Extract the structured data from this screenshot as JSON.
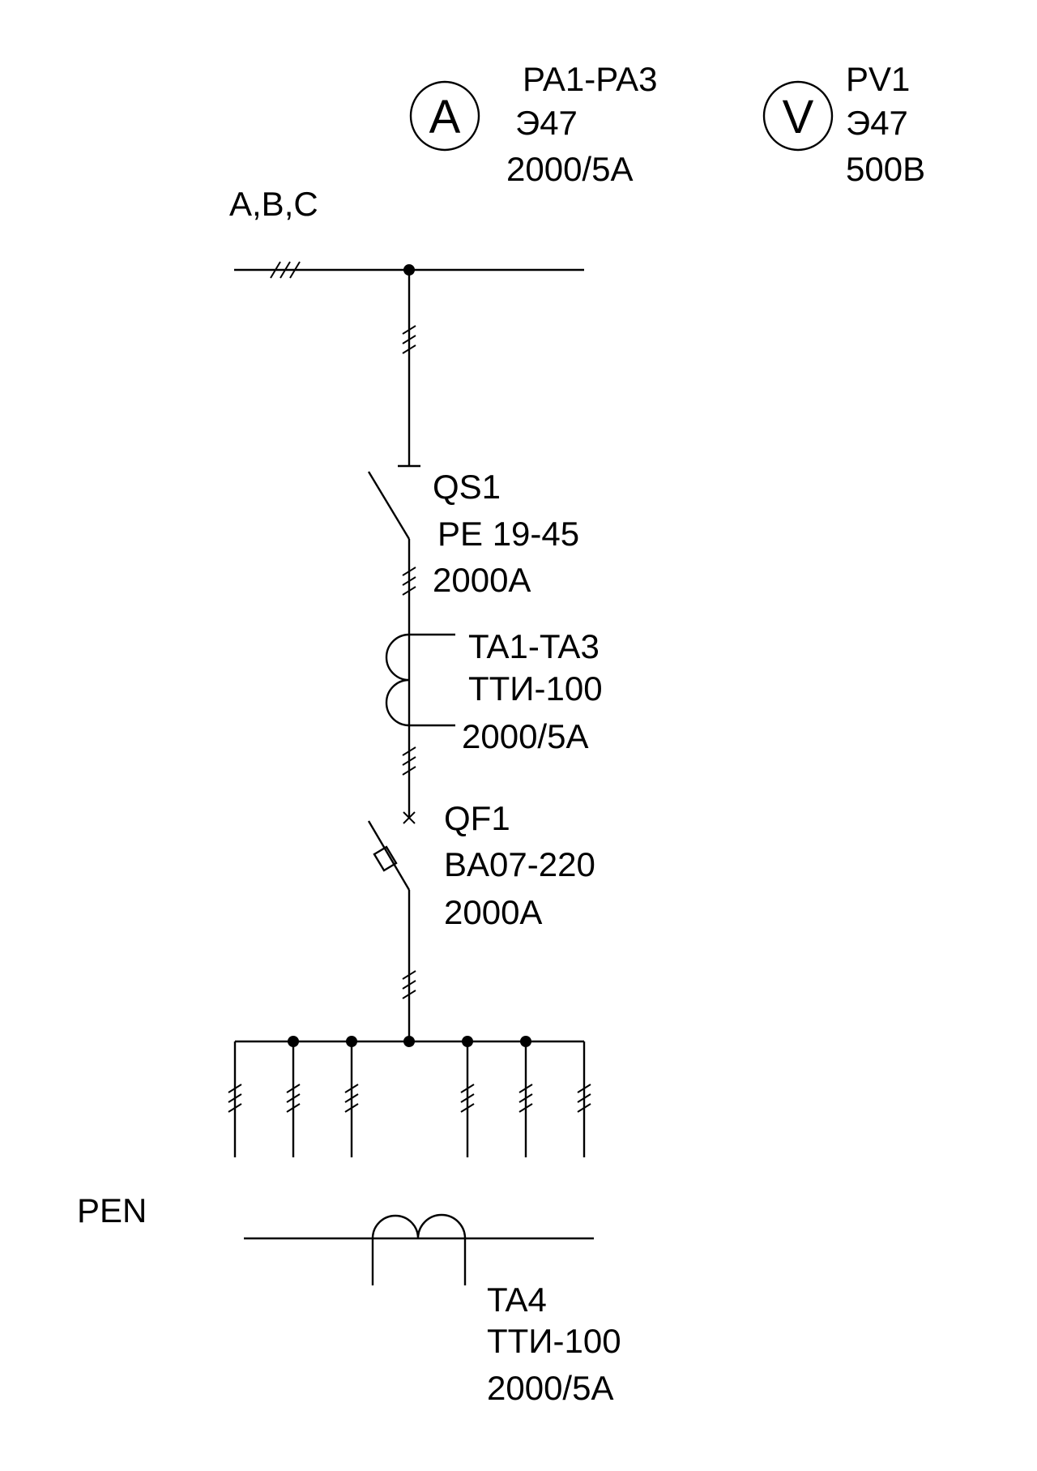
{
  "ammeter": {
    "symbol": "A",
    "lines": [
      "PA1-PA3",
      "Э47",
      "2000/5A"
    ]
  },
  "voltmeter": {
    "symbol": "V",
    "lines": [
      "PV1",
      "Э47",
      "500B"
    ]
  },
  "bus": {
    "label": "A,B,C"
  },
  "disconnector": {
    "lines": [
      "QS1",
      "PE 19-45",
      "2000A"
    ]
  },
  "current_transformers": {
    "lines": [
      "TA1-TA3",
      "ТТИ-100",
      "2000/5A"
    ]
  },
  "breaker": {
    "lines": [
      "QF1",
      "BA07-220",
      "2000A"
    ]
  },
  "pen_conductor": {
    "label_pe": "PE",
    "label_n": "N"
  },
  "neutral_ct": {
    "lines": [
      "TA4",
      "ТТИ-100",
      "2000/5A"
    ]
  }
}
